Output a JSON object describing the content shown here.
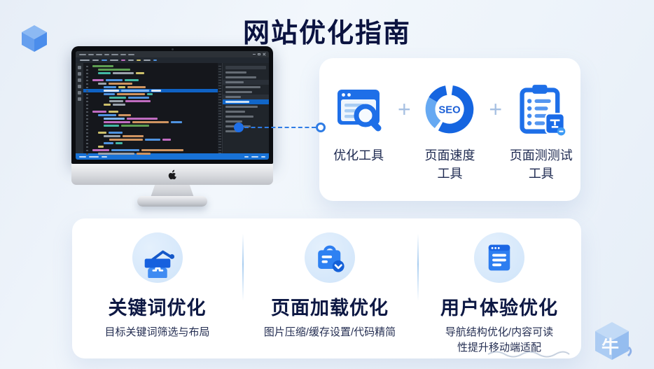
{
  "title": "网站优化指南",
  "tools_card": {
    "plus": "+",
    "items": [
      {
        "label": "优化工具"
      },
      {
        "label": "页面速度\n工具",
        "badge": "SEO"
      },
      {
        "label": "页面测测试\n工具"
      }
    ]
  },
  "features": [
    {
      "title": "关键词优化",
      "desc": "目标关键词筛选与布局"
    },
    {
      "title": "页面加载优化",
      "desc": "图片压缩/缓存设置/代码精简"
    },
    {
      "title": "用户体验优化",
      "desc": "导航结构优化/内容可读\n性提升移动端适配"
    }
  ],
  "watermark": {
    "text": "牛"
  },
  "colors": {
    "accent": "#1e6fe8",
    "accent_light": "#6aa9f4",
    "title_text": "#0b1340",
    "heading_text": "#0d1843",
    "body_text": "#242e52",
    "icon_circle": "#d8e9fb",
    "plus_sign": "#a6c0e2",
    "statusbar_blue": "#1872d6",
    "editor_bg": "#16181d"
  }
}
